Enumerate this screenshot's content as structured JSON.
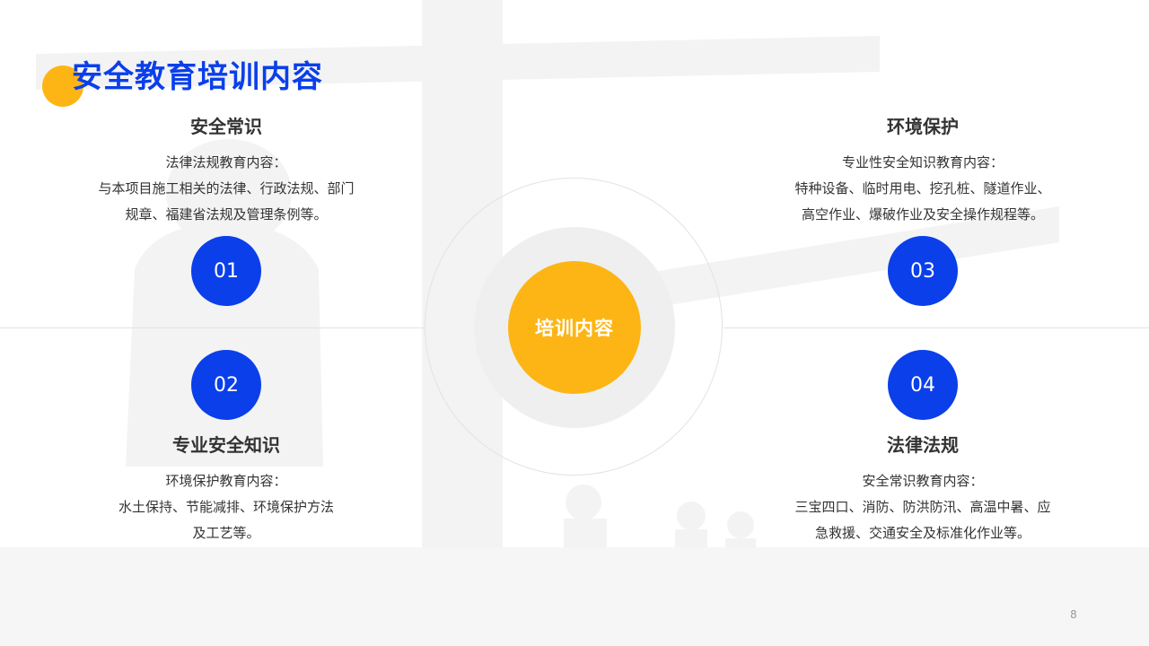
{
  "slide": {
    "title": "安全教育培训内容",
    "page_number": "8"
  },
  "center": {
    "label": "培训内容"
  },
  "items": [
    {
      "number": "01",
      "title": "安全常识",
      "lines": [
        "法律法规教育内容：",
        "与本项目施工相关的法律、行政法规、部门",
        "规章、福建省法规及管理条例等。"
      ]
    },
    {
      "number": "02",
      "title": "专业安全知识",
      "lines": [
        "环境保护教育内容：",
        "水土保持、节能减排、环境保护方法",
        "及工艺等。"
      ]
    },
    {
      "number": "03",
      "title": "环境保护",
      "lines": [
        "专业性安全知识教育内容：",
        "特种设备、临时用电、挖孔桩、隧道作业、",
        "高空作业、爆破作业及安全操作规程等。"
      ]
    },
    {
      "number": "04",
      "title": "法律法规",
      "lines": [
        "安全常识教育内容：",
        "三宝四口、消防、防洪防汛、高温中暑、应",
        "急救援、交通安全及标准化作业等。"
      ]
    }
  ],
  "colors": {
    "primary_blue": "#0A3FEA",
    "accent_yellow": "#FDB515",
    "ring_gray": "#EFEFEF",
    "text": "#333333"
  }
}
